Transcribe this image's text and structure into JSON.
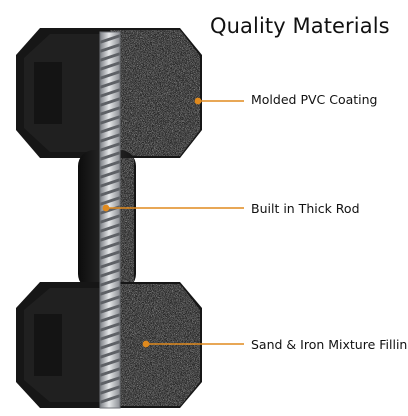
{
  "title": "Quality Materials",
  "callouts": [
    {
      "label": "Molded PVC Coating"
    },
    {
      "label": "Built in Thick Rod"
    },
    {
      "label": "Sand & Iron Mixture Filling"
    }
  ],
  "colors": {
    "coating_dark": "#1b1b1b",
    "cutaway_speckle": "#3a3a3a",
    "rod_steel": "#b9bcc0",
    "leader_line": "#e08a1e",
    "text": "#111111"
  }
}
